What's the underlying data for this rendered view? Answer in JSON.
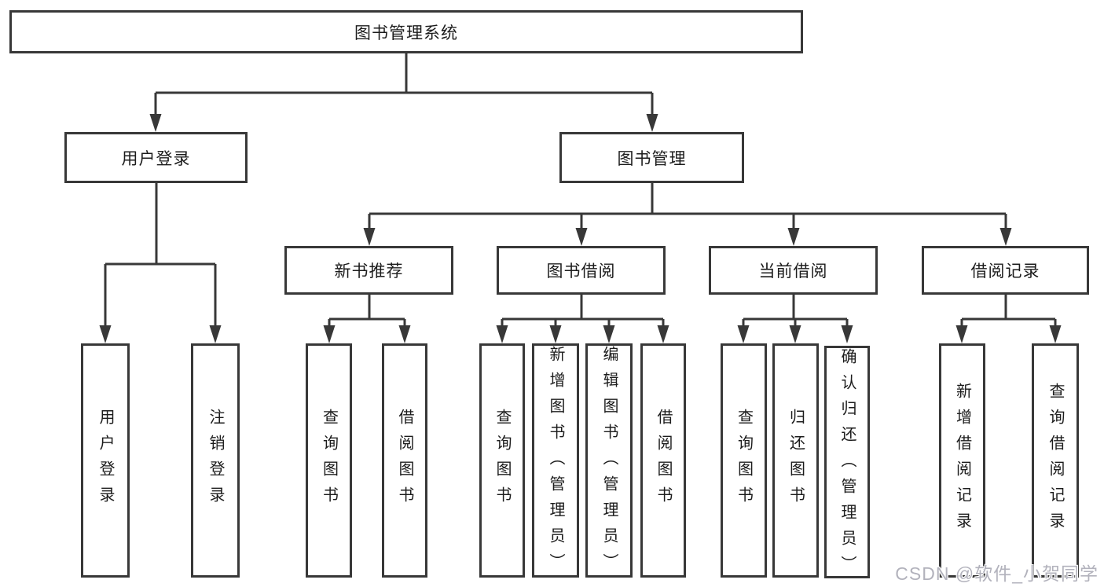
{
  "diagram_title": "图书管理系统",
  "nodes": {
    "root": "图书管理系统",
    "user_login": "用户登录",
    "book_mgmt": "图书管理",
    "new_books": "新书推荐",
    "book_borrow": "图书借阅",
    "current_borrow": "当前借阅",
    "borrow_records": "借阅记录",
    "leaf_user_login": "用户登录",
    "leaf_logout": "注销登录",
    "leaf_query_books_nb": "查询图书",
    "leaf_borrow_books_nb": "借阅图书",
    "leaf_query_books_bb": "查询图书",
    "leaf_add_books_bb": "新增图书（管理员）",
    "leaf_edit_books_bb": "编辑图书（管理员）",
    "leaf_borrow_books_bb": "借阅图书",
    "leaf_query_books_cb": "查询图书",
    "leaf_return_books_cb": "归还图书",
    "leaf_confirm_return_cb": "确认归还（管理员）",
    "leaf_add_record_br": "新增借阅记录",
    "leaf_query_record_br": "查询借阅记录"
  },
  "tree": {
    "label": "图书管理系统",
    "children": [
      {
        "label": "用户登录",
        "children": [
          {
            "label": "用户登录"
          },
          {
            "label": "注销登录"
          }
        ]
      },
      {
        "label": "图书管理",
        "children": [
          {
            "label": "新书推荐",
            "children": [
              {
                "label": "查询图书"
              },
              {
                "label": "借阅图书"
              }
            ]
          },
          {
            "label": "图书借阅",
            "children": [
              {
                "label": "查询图书"
              },
              {
                "label": "新增图书（管理员）"
              },
              {
                "label": "编辑图书（管理员）"
              },
              {
                "label": "借阅图书"
              }
            ]
          },
          {
            "label": "当前借阅",
            "children": [
              {
                "label": "查询图书"
              },
              {
                "label": "归还图书"
              },
              {
                "label": "确认归还（管理员）"
              }
            ]
          },
          {
            "label": "借阅记录",
            "children": [
              {
                "label": "新增借阅记录"
              },
              {
                "label": "查询借阅记录"
              }
            ]
          }
        ]
      }
    ]
  },
  "watermark": "CSDN @软件_小贺同学",
  "colors": {
    "line": "#383838",
    "box_border": "#383838",
    "text": "#1c1c1c",
    "watermark": "#b2b2bc",
    "background": "#ffffff"
  }
}
